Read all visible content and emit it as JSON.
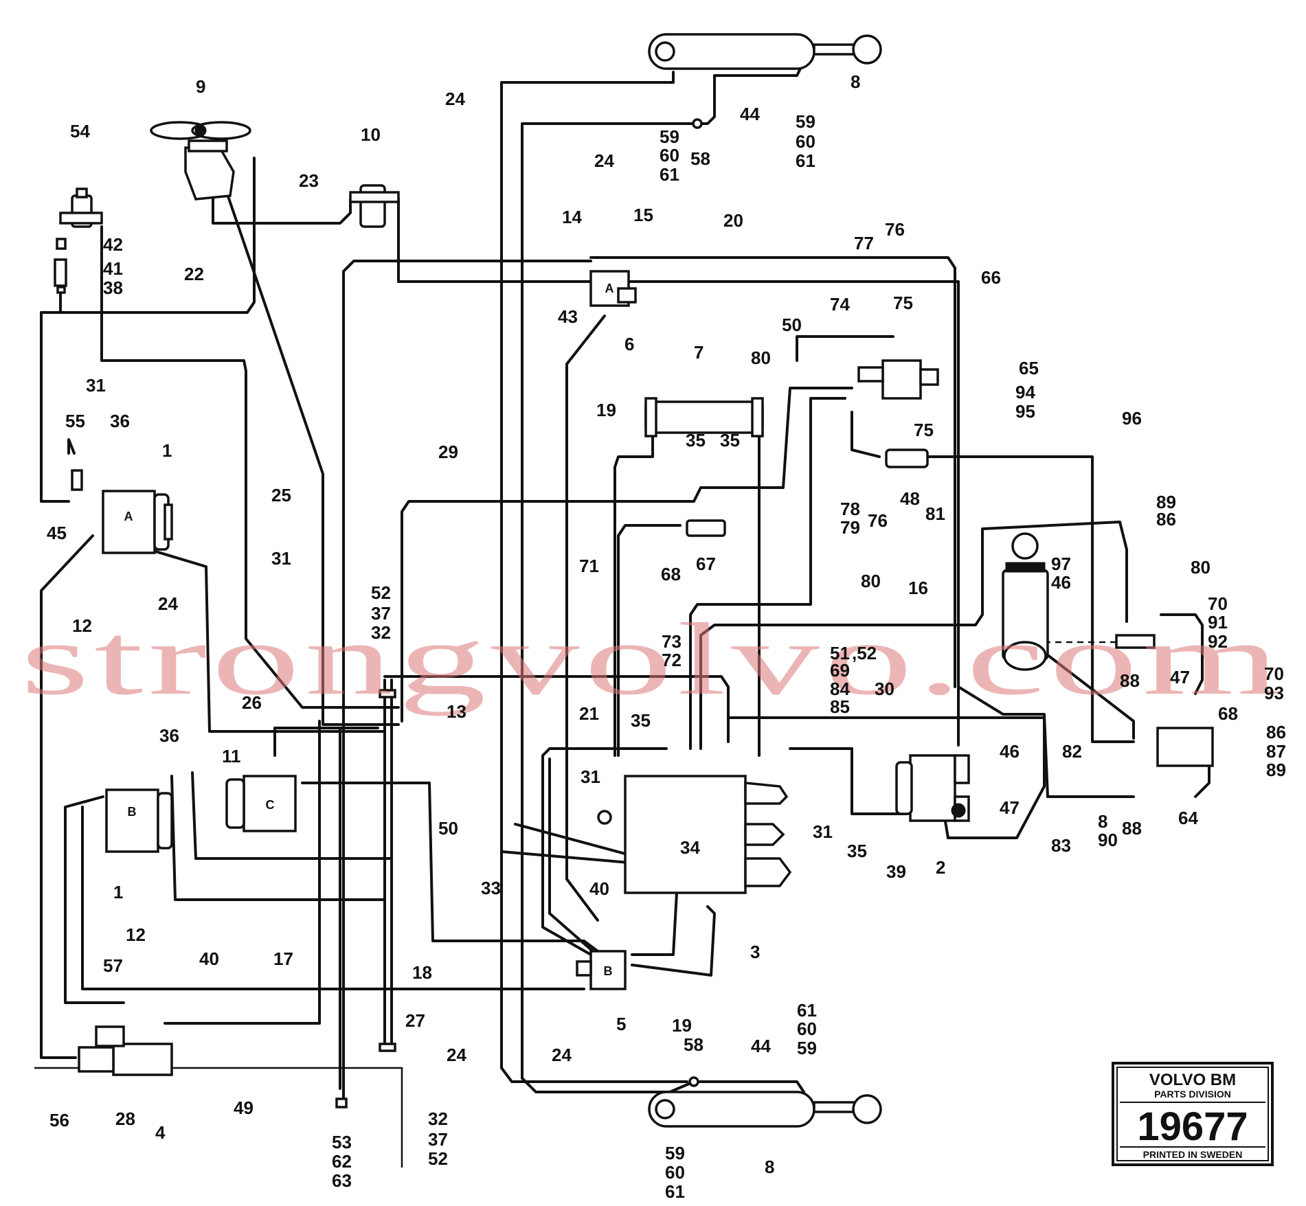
{
  "watermark": "strongvolvo.com",
  "badge": {
    "brand": "VOLVO BM",
    "division": "PARTS DIVISION",
    "number": "19677",
    "printed": "PRINTED IN SWEDEN"
  },
  "component_labels": {
    "compressor_a": "A",
    "compressor_b": "B",
    "compressor_c": "C",
    "valve_a": "A",
    "valve_b": "B"
  },
  "callouts": [
    {
      "id": "c9",
      "text": "9"
    },
    {
      "id": "c54",
      "text": "54"
    },
    {
      "id": "c10",
      "text": "10"
    },
    {
      "id": "c23",
      "text": "23"
    },
    {
      "id": "c42",
      "text": "42"
    },
    {
      "id": "c41",
      "text": "41"
    },
    {
      "id": "c38",
      "text": "38"
    },
    {
      "id": "c22",
      "text": "22"
    },
    {
      "id": "c31a",
      "text": "31"
    },
    {
      "id": "c55",
      "text": "55"
    },
    {
      "id": "c36a",
      "text": "36"
    },
    {
      "id": "c1a",
      "text": "1"
    },
    {
      "id": "c45",
      "text": "45"
    },
    {
      "id": "c25",
      "text": "25"
    },
    {
      "id": "c31b",
      "text": "31"
    },
    {
      "id": "c24a",
      "text": "24"
    },
    {
      "id": "c12a",
      "text": "12"
    },
    {
      "id": "c52a",
      "text": "52"
    },
    {
      "id": "c37a",
      "text": "37"
    },
    {
      "id": "c32a",
      "text": "32"
    },
    {
      "id": "c26",
      "text": "26"
    },
    {
      "id": "c13",
      "text": "13"
    },
    {
      "id": "c36b",
      "text": "36"
    },
    {
      "id": "c11",
      "text": "11"
    },
    {
      "id": "c1b",
      "text": "1"
    },
    {
      "id": "c12b",
      "text": "12"
    },
    {
      "id": "c40a",
      "text": "40"
    },
    {
      "id": "c17",
      "text": "17"
    },
    {
      "id": "c57",
      "text": "57"
    },
    {
      "id": "c18",
      "text": "18"
    },
    {
      "id": "c27",
      "text": "27"
    },
    {
      "id": "c49",
      "text": "49"
    },
    {
      "id": "c56",
      "text": "56"
    },
    {
      "id": "c28",
      "text": "28"
    },
    {
      "id": "c4",
      "text": "4"
    },
    {
      "id": "c53",
      "text": "53"
    },
    {
      "id": "c62",
      "text": "62"
    },
    {
      "id": "c63",
      "text": "63"
    },
    {
      "id": "c32b",
      "text": "32"
    },
    {
      "id": "c37b",
      "text": "37"
    },
    {
      "id": "c52b",
      "text": "52"
    },
    {
      "id": "c24b",
      "text": "24"
    },
    {
      "id": "c24c",
      "text": "24"
    },
    {
      "id": "c59a",
      "text": "59"
    },
    {
      "id": "c60a",
      "text": "60"
    },
    {
      "id": "c61a",
      "text": "61"
    },
    {
      "id": "c58a",
      "text": "58"
    },
    {
      "id": "c44a",
      "text": "44"
    },
    {
      "id": "c59b",
      "text": "59"
    },
    {
      "id": "c60b",
      "text": "60"
    },
    {
      "id": "c61b",
      "text": "61"
    },
    {
      "id": "c8a",
      "text": "8"
    },
    {
      "id": "c14",
      "text": "14"
    },
    {
      "id": "c15",
      "text": "15"
    },
    {
      "id": "c20",
      "text": "20"
    },
    {
      "id": "c43",
      "text": "43"
    },
    {
      "id": "c6",
      "text": "6"
    },
    {
      "id": "c19a",
      "text": "19"
    },
    {
      "id": "c7",
      "text": "7"
    },
    {
      "id": "c35a",
      "text": "35"
    },
    {
      "id": "c35b",
      "text": "35"
    },
    {
      "id": "c29",
      "text": "29"
    },
    {
      "id": "c71",
      "text": "71"
    },
    {
      "id": "c68a",
      "text": "68"
    },
    {
      "id": "c67",
      "text": "67"
    },
    {
      "id": "c73",
      "text": "73"
    },
    {
      "id": "c72",
      "text": "72"
    },
    {
      "id": "c21",
      "text": "21"
    },
    {
      "id": "c35c",
      "text": "35"
    },
    {
      "id": "c31c",
      "text": "31"
    },
    {
      "id": "c50a",
      "text": "50"
    },
    {
      "id": "c34",
      "text": "34"
    },
    {
      "id": "c33",
      "text": "33"
    },
    {
      "id": "c40b",
      "text": "40"
    },
    {
      "id": "c31d",
      "text": "31"
    },
    {
      "id": "c35d",
      "text": "35"
    },
    {
      "id": "c3",
      "text": "3"
    },
    {
      "id": "c5",
      "text": "5"
    },
    {
      "id": "c19b",
      "text": "19"
    },
    {
      "id": "c24d",
      "text": "24"
    },
    {
      "id": "c24e",
      "text": "24"
    },
    {
      "id": "c58b",
      "text": "58"
    },
    {
      "id": "c44b",
      "text": "44"
    },
    {
      "id": "c61c",
      "text": "61"
    },
    {
      "id": "c60c",
      "text": "60"
    },
    {
      "id": "c59c",
      "text": "59"
    },
    {
      "id": "c59d",
      "text": "59"
    },
    {
      "id": "c60d",
      "text": "60"
    },
    {
      "id": "c61d",
      "text": "61"
    },
    {
      "id": "c8b",
      "text": "8"
    },
    {
      "id": "c77",
      "text": "77"
    },
    {
      "id": "c76a",
      "text": "76"
    },
    {
      "id": "c66",
      "text": "66"
    },
    {
      "id": "c74",
      "text": "74"
    },
    {
      "id": "c75a",
      "text": "75"
    },
    {
      "id": "c50b",
      "text": "50"
    },
    {
      "id": "c80a",
      "text": "80"
    },
    {
      "id": "c65",
      "text": "65"
    },
    {
      "id": "c94",
      "text": "94"
    },
    {
      "id": "c95",
      "text": "95"
    },
    {
      "id": "c75b",
      "text": "75"
    },
    {
      "id": "c96",
      "text": "96"
    },
    {
      "id": "c78",
      "text": "78"
    },
    {
      "id": "c79",
      "text": "79"
    },
    {
      "id": "c76b",
      "text": "76"
    },
    {
      "id": "c48",
      "text": "48"
    },
    {
      "id": "c81",
      "text": "81"
    },
    {
      "id": "c80b",
      "text": "80"
    },
    {
      "id": "c16",
      "text": "16"
    },
    {
      "id": "c51",
      "text": "51"
    },
    {
      "id": "c52c",
      "text": ",52"
    },
    {
      "id": "c69",
      "text": "69"
    },
    {
      "id": "c84",
      "text": "84"
    },
    {
      "id": "c85",
      "text": "85"
    },
    {
      "id": "c30",
      "text": "30"
    },
    {
      "id": "c46a",
      "text": "46"
    },
    {
      "id": "c47a",
      "text": "47"
    },
    {
      "id": "c39",
      "text": "39"
    },
    {
      "id": "c2",
      "text": "2"
    },
    {
      "id": "c89a",
      "text": "89"
    },
    {
      "id": "c86a",
      "text": "86"
    },
    {
      "id": "c97",
      "text": "97"
    },
    {
      "id": "c46b",
      "text": "46"
    },
    {
      "id": "c80c",
      "text": "80"
    },
    {
      "id": "c70a",
      "text": "70"
    },
    {
      "id": "c91",
      "text": "91"
    },
    {
      "id": "c92",
      "text": "92"
    },
    {
      "id": "c88a",
      "text": "88"
    },
    {
      "id": "c47b",
      "text": "47"
    },
    {
      "id": "c70b",
      "text": "70"
    },
    {
      "id": "c93",
      "text": "93"
    },
    {
      "id": "c68b",
      "text": "68"
    },
    {
      "id": "c82",
      "text": "82"
    },
    {
      "id": "c86b",
      "text": "86"
    },
    {
      "id": "c87",
      "text": "87"
    },
    {
      "id": "c89b",
      "text": "89"
    },
    {
      "id": "c83",
      "text": "83"
    },
    {
      "id": "c8c",
      "text": "8"
    },
    {
      "id": "c90",
      "text": "90"
    },
    {
      "id": "c88b",
      "text": "88"
    },
    {
      "id": "c64",
      "text": "64"
    }
  ]
}
